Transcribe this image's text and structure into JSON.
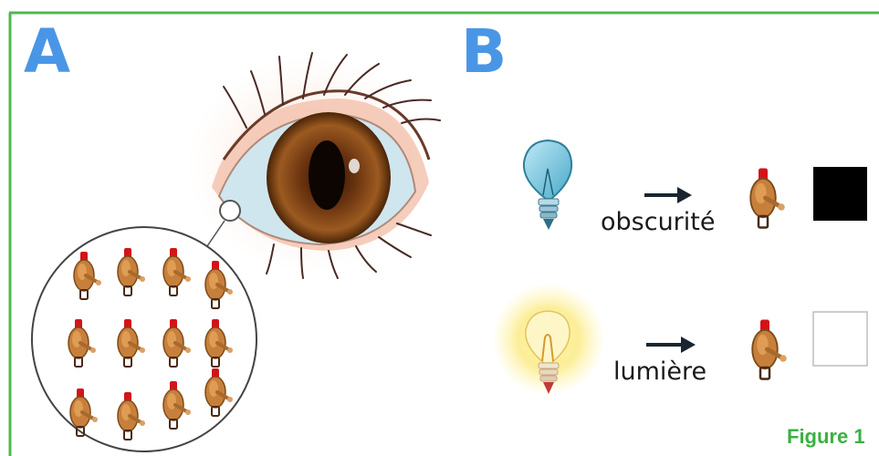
{
  "panels": {
    "a": "A",
    "b": "B"
  },
  "labels": {
    "dark": "obscurité",
    "light": "lumière"
  },
  "caption": "Figure 1",
  "colors": {
    "border": "#4fb84f",
    "letters": "#4a96e6",
    "caption": "#3cb043",
    "iris": "#7a3f12",
    "sclera": "#c6e3ee",
    "skin": "#f4c8b4",
    "switch_body": "#c77f3c",
    "switch_cap": "#d2141a",
    "dark_square": "#000000",
    "light_square": "#ffffff"
  },
  "icons": {
    "eye": "eye-illustration",
    "switch": "toggle-switch-icon",
    "bulb_off": "light-bulb-off-icon",
    "bulb_on": "light-bulb-on-icon",
    "arrow": "arrow-right-icon"
  },
  "switch_grid": {
    "rows": 3,
    "cols": 4
  }
}
